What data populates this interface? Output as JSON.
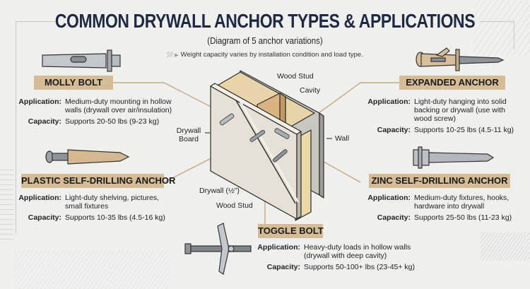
{
  "header": {
    "title": "COMMON DRYWALL ANCHOR TYPES & APPLICATIONS",
    "subtitle": "(Diagram of 5 anchor variations)",
    "note": "Weight capacity varies by installation condition and load type."
  },
  "labels": {
    "application": "Application:",
    "capacity": "Capacity:"
  },
  "anchors": [
    {
      "name": "MOLLY BOLT",
      "application": "Medium-duty mounting in hollow walls (drywall over air/insulation)",
      "capacity": "Supports 20-50 lbs (9-23 kg)"
    },
    {
      "name": "EXPANDED ANCHOR",
      "application": "Light-duty hanging into solid backing or drywall (use with wood screw)",
      "capacity": "Supports 10-25 lbs (4.5-11 kg)"
    },
    {
      "name": "PLASTIC SELF-DRILLING ANCHOR",
      "application": "Light-duty shelving, pictures, small fixtures",
      "capacity": "Supports 10-35 lbs (4.5-16 kg)"
    },
    {
      "name": "ZINC SELF-DRILLING ANCHOR",
      "application": "Medium-duty fixtures, hooks, hardware into drywall",
      "capacity": "Supports 25-50 lbs (11-23 kg)"
    },
    {
      "name": "TOGGLE BOLT",
      "application": "Heavy-duty loads in hollow walls (drywall with deep cavity)",
      "capacity": "Supports 50-100+ lbs (23-45+ kg)"
    }
  ],
  "diagram": {
    "wood_stud_top": "Wood Stud",
    "cavity": "Cavity",
    "drywall_board": "Drywall Board",
    "wall": "Wall",
    "drywall_half": "Drywall (½\")",
    "wood_stud_bottom": "Wood Stud"
  },
  "colors": {
    "title": "#1e2a44",
    "label_bg": "#d6bc96",
    "leader": "#c9a77f",
    "background": "#f0f0ef"
  }
}
